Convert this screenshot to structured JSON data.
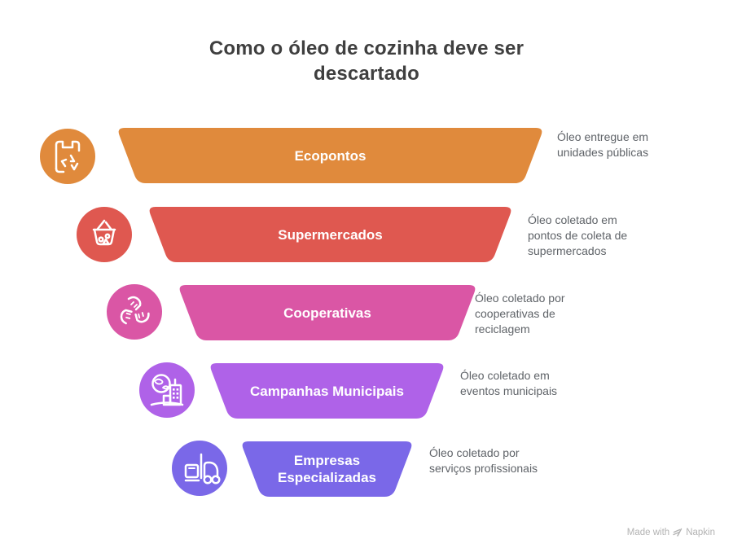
{
  "title": "Como o óleo de cozinha deve ser descartado",
  "funnel": {
    "rows": [
      {
        "label": "Ecopontos",
        "description": "Óleo entregue em unidades públicas",
        "color": "#E08A3C",
        "icon": "recycling-bag-icon"
      },
      {
        "label": "Supermercados",
        "description": "Óleo coletado em pontos de coleta de supermercados",
        "color": "#DF5850",
        "icon": "shopping-basket-icon"
      },
      {
        "label": "Cooperativas",
        "description": "Óleo coletado por cooperativas de reciclagem",
        "color": "#DA56A5",
        "icon": "hands-together-icon"
      },
      {
        "label": "Campanhas Municipais",
        "description": "Óleo coletado em eventos municipais",
        "color": "#AF62E8",
        "icon": "globe-building-icon"
      },
      {
        "label": "Empresas Especializadas",
        "description": "Óleo coletado por serviços profissionais",
        "color": "#7A68E8",
        "icon": "forklift-icon"
      }
    ]
  },
  "watermark": {
    "text_prefix": "Made with",
    "brand": "Napkin"
  },
  "colors": {
    "title_text": "#3F3F3F",
    "description_text": "#5F6368",
    "label_text": "#FFFFFF",
    "watermark_text": "#B3B3B3"
  }
}
